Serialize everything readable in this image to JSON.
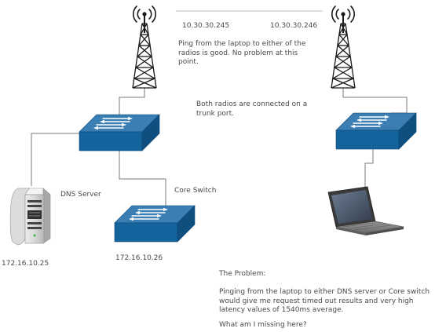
{
  "radios": {
    "left_ip": "10.30.30.245",
    "right_ip": "10.30.30.246",
    "ping_note": "Ping from the laptop to either of the radios is good. No problem at this point.",
    "trunk_note": "Both radios are connected on a trunk port."
  },
  "dns_server": {
    "label": "DNS Server",
    "ip": "172.16.10.25"
  },
  "core_switch": {
    "label": "Core Switch",
    "ip": "172.16.10.26"
  },
  "problem": {
    "heading": "The Problem:",
    "description": "Pinging from the laptop to either DNS server or Core switch would give me request timed out results and very high latency values of 1540ms average.",
    "question": "What am I missing here?"
  },
  "colors": {
    "switch_top": "#3b7eb3",
    "switch_front": "#15639c",
    "switch_side": "#0e4f80",
    "tower": "#1a1a1a",
    "link_line": "#7a7a7a",
    "wireless_link": "#bdbdbd"
  },
  "icons": [
    "radio-tower-icon",
    "network-switch-icon",
    "server-icon",
    "laptop-icon"
  ]
}
